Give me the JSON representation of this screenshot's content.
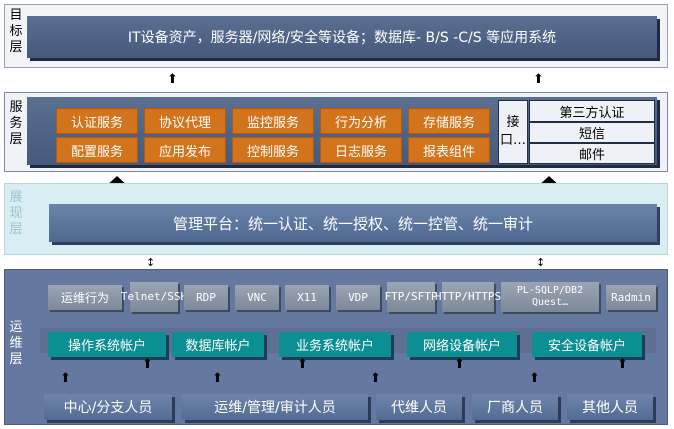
{
  "target_layer": {
    "label": "目标层",
    "content": "IT设备资产，服务器/网络/安全等设备；数据库- B/S -C/S 等应用系统"
  },
  "service_layer": {
    "label": "服务层",
    "services": [
      "认证服务",
      "协议代理",
      "监控服务",
      "行为分析",
      "存储服务",
      "配置服务",
      "应用发布",
      "控制服务",
      "日志服务",
      "报表组件"
    ],
    "interface_label": "接口…",
    "interfaces": [
      "第三方认证",
      "短信",
      "邮件"
    ]
  },
  "presentation_layer": {
    "label": "展现层",
    "platform": "管理平台：统一认证、统一授权、统一控管、统一审计"
  },
  "ops_layer": {
    "label": "运维层",
    "protocols": [
      "运维行为",
      "Telnet/SSH",
      "RDP",
      "VNC",
      "X11",
      "VDP",
      "FTP/SFTP",
      "HTTP/HTTPS",
      "PL-SQLP/DB2 Quest…",
      "Radmin"
    ],
    "accounts": [
      "操作系统帐户",
      "数据库帐户",
      "业务系统帐户",
      "网络设备帐户",
      "安全设备帐户"
    ],
    "people": [
      "中心/分支人员",
      "运维/管理/审计人员",
      "代维人员",
      "厂商人员",
      "其他人员"
    ]
  },
  "colors": {
    "service_orange": "#d2741c",
    "account_teal": "#0b8f93",
    "layer_blue": "#5d7398",
    "presentation_bg": "#d9eef2"
  }
}
